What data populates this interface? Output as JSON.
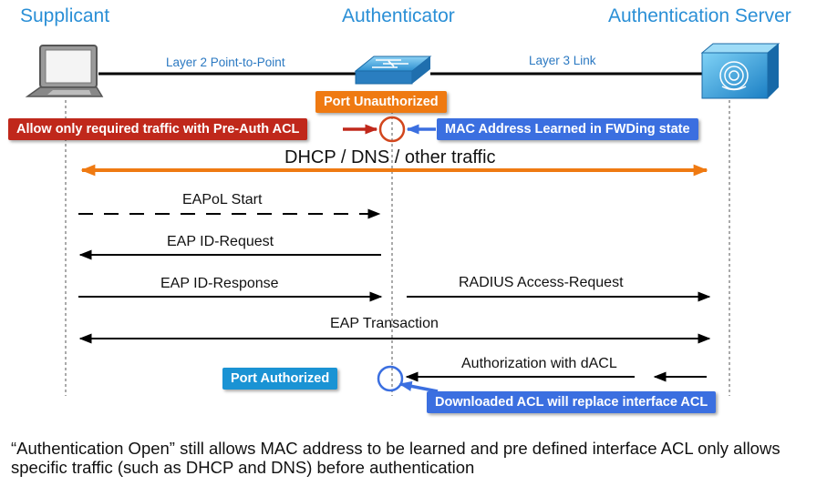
{
  "columns": {
    "supplicant": "Supplicant",
    "authenticator": "Authenticator",
    "server": "Authentication Server"
  },
  "links": {
    "l2": "Layer 2 Point-to-Point",
    "l3": "Layer 3 Link"
  },
  "badges": {
    "port_unauth": "Port Unauthorized",
    "pre_auth": "Allow only required traffic with Pre-Auth ACL",
    "mac_learned": "MAC Address Learned in FWDing state",
    "port_auth": "Port Authorized",
    "dacl_replace": "Downloaded ACL will replace interface ACL"
  },
  "messages": {
    "dhcp": "DHCP / DNS / other traffic",
    "eapol_start": "EAPoL Start",
    "eap_id_req": "EAP ID-Request",
    "eap_id_resp": "EAP ID-Response",
    "radius_req": "RADIUS Access-Request",
    "eap_trans": "EAP Transaction",
    "authz_dacl": "Authorization with dACL"
  },
  "footer": "“Authentication Open” still allows MAC address to be learned and pre defined interface ACL only allows specific traffic (such as DHCP and DNS) before authentication",
  "colors": {
    "title_blue": "#2a8fd6",
    "orange": "#ef7a12",
    "red": "#c0281b",
    "blue": "#3b6fe0",
    "cyan": "#1a93d4"
  },
  "icons": [
    "laptop-icon",
    "switch-icon",
    "auth-server-icon"
  ]
}
